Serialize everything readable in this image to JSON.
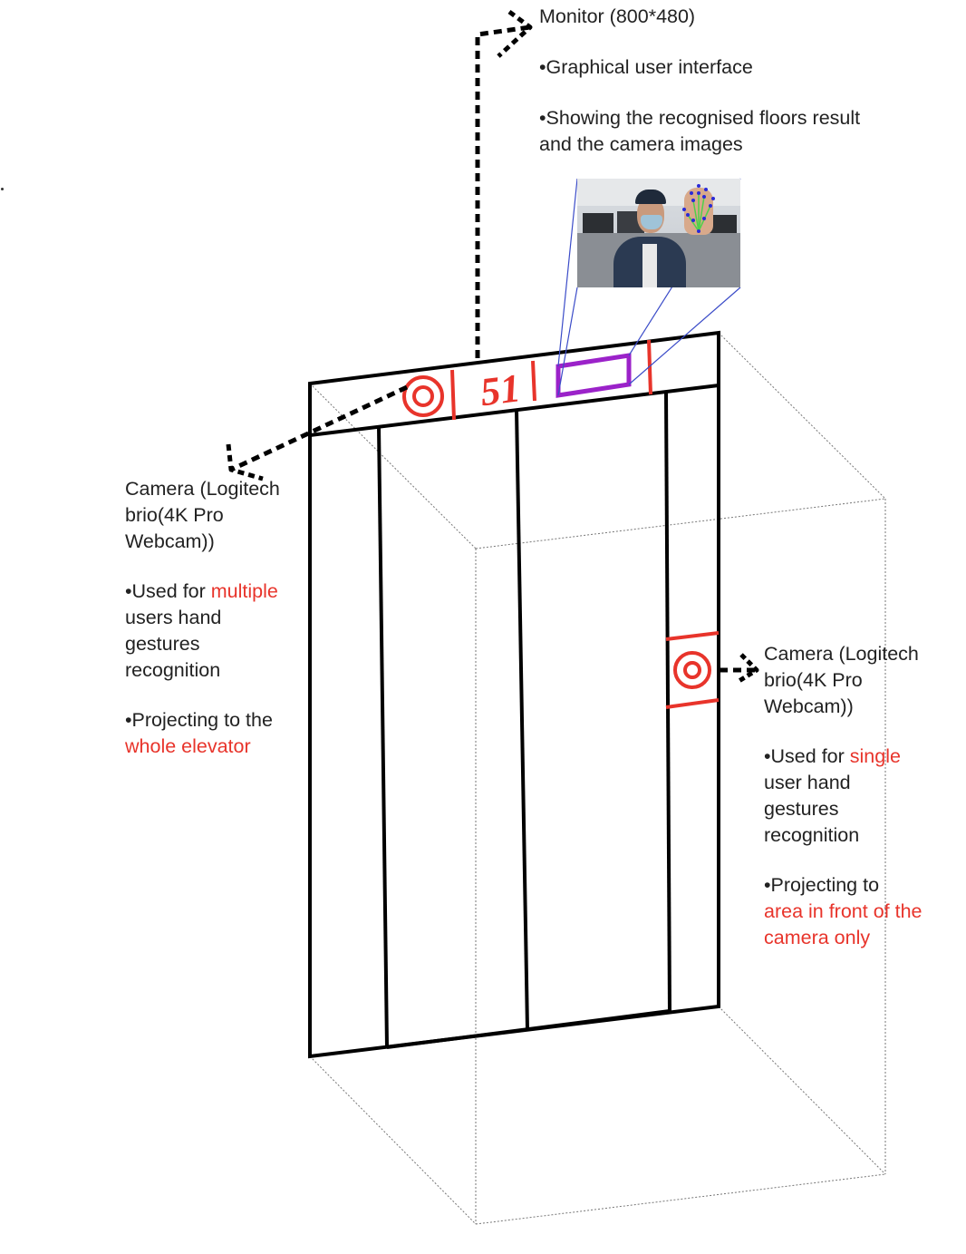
{
  "diagram": {
    "colors": {
      "line": "#000000",
      "wireframe": "#777777",
      "accent_red": "#e8342b",
      "display_purple": "#9b22c9",
      "zoom_lines": "#3b4cc8",
      "text": "#222222"
    },
    "display": {
      "floor_number": "51"
    },
    "monitor": {
      "title": "Monitor (800*480)",
      "bullet_1": "•Graphical user interface",
      "bullet_2_line_1": "•Showing the recognised floors result",
      "bullet_2_line_2": "and the camera images"
    },
    "camera_left": {
      "title_line_1": "Camera (Logitech",
      "title_line_2": "brio(4K Pro",
      "title_line_3": "Webcam))",
      "use_prefix": "•Used for ",
      "use_highlight": "multiple",
      "use_line_2": "users hand",
      "use_line_3": "gestures",
      "use_line_4": "recognition",
      "projecting_line_1": "•Projecting to the",
      "projecting_highlight": "whole elevator"
    },
    "camera_right": {
      "title_line_1": "Camera (Logitech",
      "title_line_2": "brio(4K Pro",
      "title_line_3": "Webcam))",
      "use_prefix": "•Used for ",
      "use_highlight": "single",
      "use_line_2": "user hand",
      "use_line_3": "gestures",
      "use_line_4": "recognition",
      "projecting_line_1": "•Projecting to",
      "projecting_highlight_1": "area in front of the",
      "projecting_highlight_2": "camera only"
    },
    "camera_image": {
      "icon": "camera-feed-photo"
    }
  }
}
